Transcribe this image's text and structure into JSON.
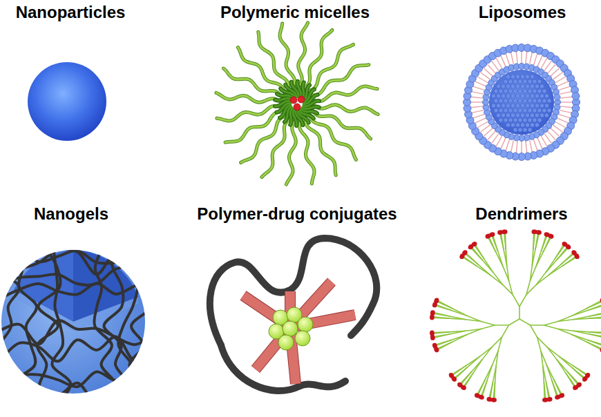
{
  "diagram": {
    "labels": [
      "Nanoparticles",
      "Polymeric micelles",
      "Liposomes",
      "Nanogels",
      "Polymer-drug conjugates",
      "Dendrimers"
    ]
  }
}
